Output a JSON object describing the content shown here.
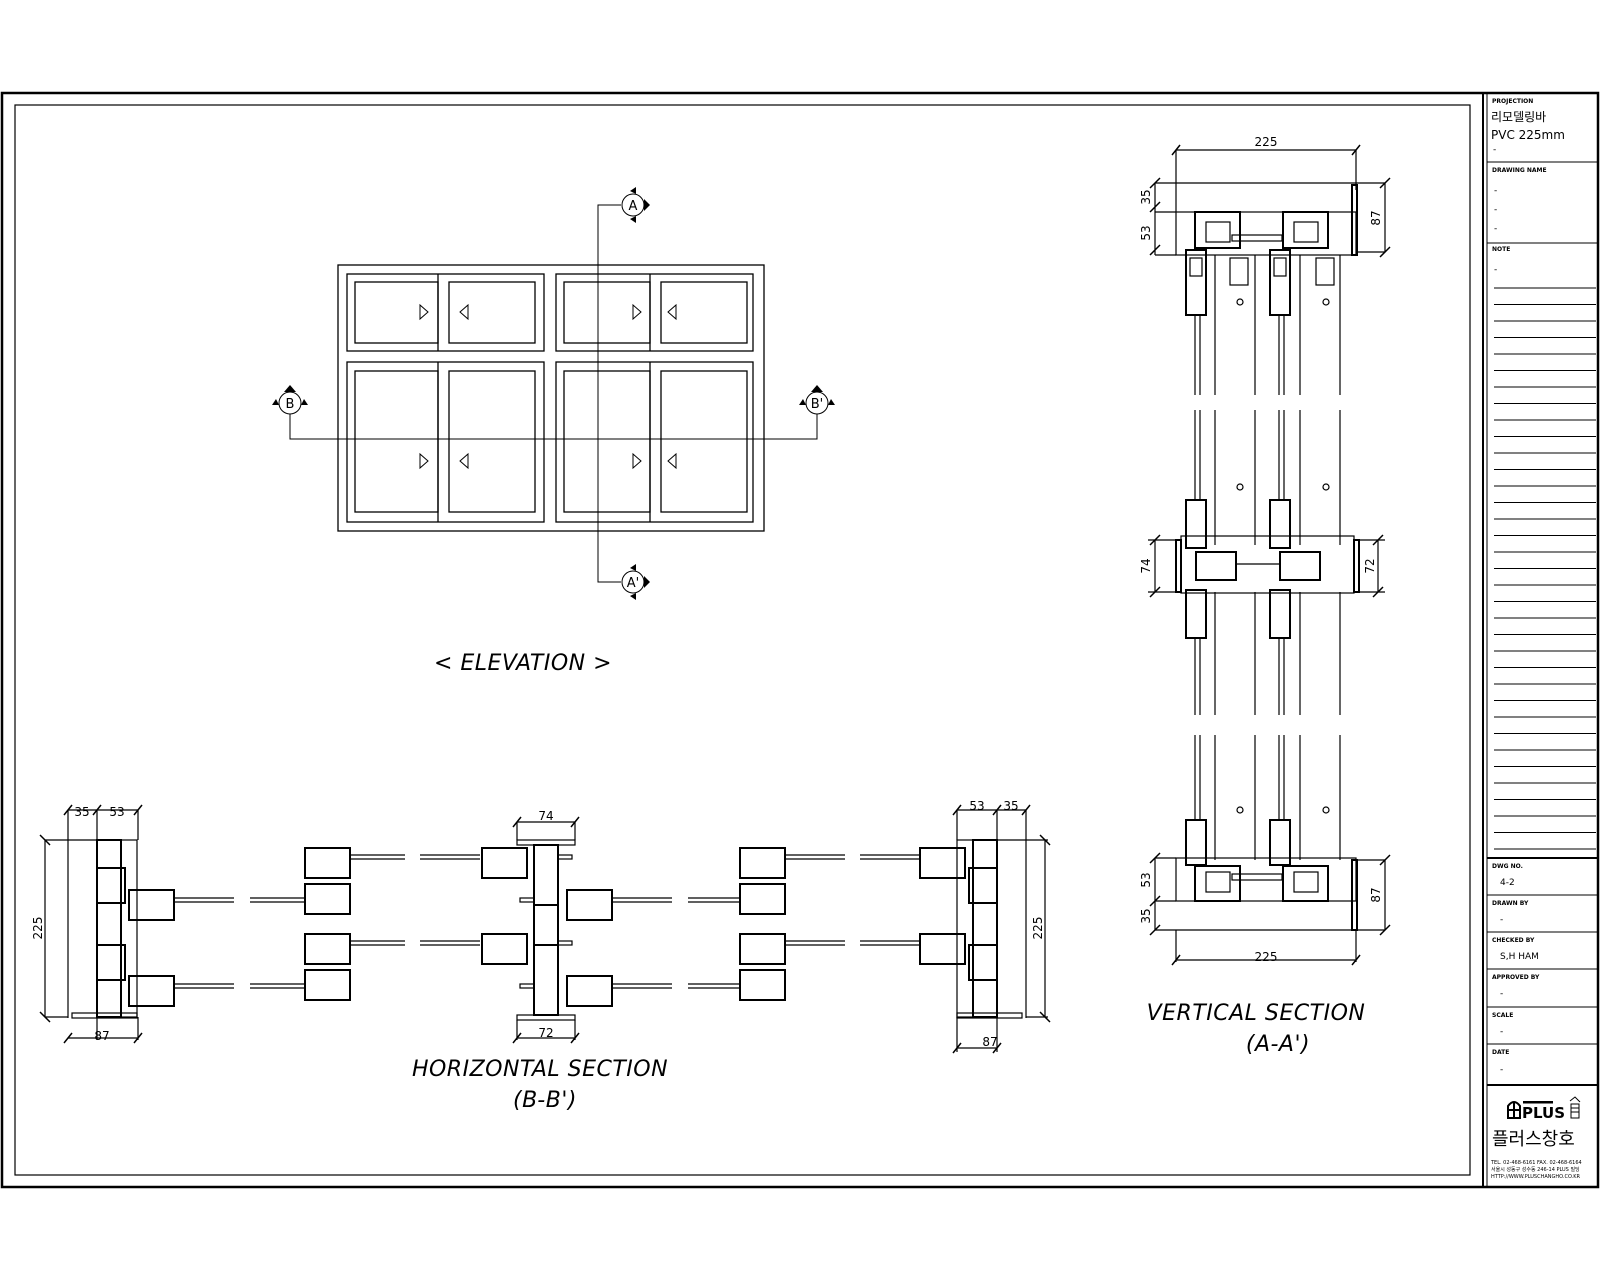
{
  "drawing": {
    "elevation_label": "< ELEVATION >",
    "horizontal_section_label": "HORIZONTAL SECTION",
    "horizontal_section_sub": "(B-B')",
    "vertical_section_label": "VERTICAL SECTION",
    "vertical_section_sub": "(A-A')",
    "section_markers": {
      "a_top": "A",
      "a_bottom": "A'",
      "b_left": "B",
      "b_right": "B'"
    },
    "dimensions": {
      "vertical": {
        "top_width": "225",
        "bottom_width": "225",
        "top_35": "35",
        "top_53": "53",
        "top_87": "87",
        "mid_74": "74",
        "mid_72": "72",
        "bottom_53": "53",
        "bottom_35": "35",
        "bottom_87": "87"
      },
      "horizontal": {
        "left_35": "35",
        "left_53": "53",
        "left_225": "225",
        "left_87": "87",
        "mid_74": "74",
        "mid_72": "72",
        "right_53": "53",
        "right_35": "35",
        "right_225": "225",
        "right_87": "87"
      }
    }
  },
  "title_block": {
    "projection_label": "PROJECTION",
    "projection_line1": "리모델링바",
    "projection_line2": "PVC 225mm",
    "projection_line3": "-",
    "drawing_name_label": "DRAWING NAME",
    "drawing_name_lines": [
      "-",
      "-",
      "-"
    ],
    "note_label": "NOTE",
    "note_value": "-",
    "dwg_no_label": "DWG NO.",
    "dwg_no_value": "4-2",
    "drawn_by_label": "DRAWN BY",
    "drawn_by_value": "-",
    "checked_by_label": "CHECKED BY",
    "checked_by_value": "S,H  HAM",
    "approved_by_label": "APPROVED BY",
    "approved_by_value": "-",
    "scale_label": "SCALE",
    "scale_value": "-",
    "date_label": "DATE",
    "date_value": "-",
    "company_logo_text": "PLUS",
    "company_name": "플러스창호",
    "contact_line1": "TEL. 02-468-6161  FAX. 02-468-6164",
    "contact_line2": "서울시 성동구 성수동 246-14 PLUS 빌딩",
    "contact_line3": "HTTP://WWW.PLUSCHANGHO.CO.KR"
  }
}
